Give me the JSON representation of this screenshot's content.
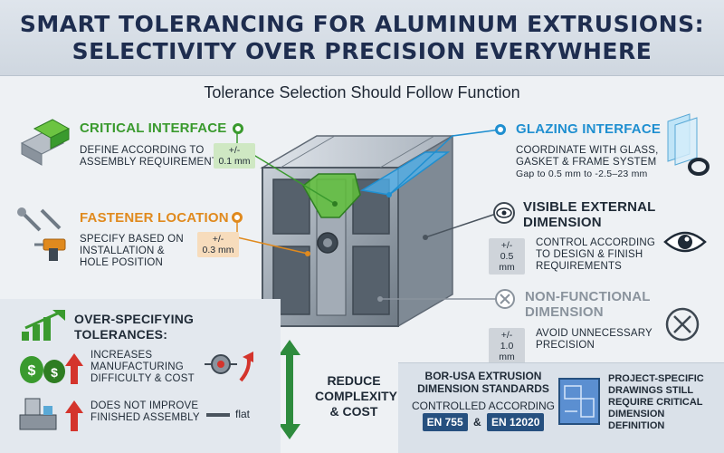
{
  "header": {
    "line1": "SMART TOLERANCING FOR ALUMINUM EXTRUSIONS:",
    "line2": "SELECTIVITY OVER PRECISION EVERYWHERE"
  },
  "subtitle": "Tolerance Selection Should Follow Function",
  "critical": {
    "title": "CRITICAL INTERFACE",
    "desc1": "DEFINE ACCORDING TO",
    "desc2": "ASSEMBLY REQUIREMENT",
    "tol1": "+/-",
    "tol2": "0.1 mm",
    "color": "#3a9a2e"
  },
  "fastener": {
    "title": "FASTENER LOCATION",
    "desc1": "SPECIFY BASED ON",
    "desc2": "INSTALLATION &",
    "desc3": "HOLE POSITION",
    "tol1": "+/-",
    "tol2": "0.3 mm",
    "color": "#e08a1e"
  },
  "glazing": {
    "title": "GLAZING INTERFACE",
    "desc1": "COORDINATE WITH GLASS,",
    "desc2": "GASKET & FRAME SYSTEM",
    "desc3": "Gap to 0.5 mm to -2.5–23 mm",
    "color": "#1f8fd0"
  },
  "visible": {
    "title1": "VISIBLE EXTERNAL",
    "title2": "DIMENSION",
    "desc1": "CONTROL ACCORDING",
    "desc2": "TO DESIGN & FINISH",
    "desc3": "REQUIREMENTS",
    "tol1": "+/-",
    "tol2": "0.5 mm"
  },
  "nonfunctional": {
    "title1": "NON-FUNCTIONAL",
    "title2": "DIMENSION",
    "desc1": "AVOID UNNECESSARY",
    "desc2": "PRECISION",
    "tol1": "+/-",
    "tol2": "1.0 mm",
    "color": "#8a939d"
  },
  "overspec": {
    "title1": "OVER-SPECIFYING",
    "title2": "TOLERANCES:",
    "item1_line1": "INCREASES",
    "item1_line2": "MANUFACTURING",
    "item1_line3": "DIFFICULTY & COST",
    "item2_line1": "DOES NOT IMPROVE",
    "item2_line2": "FINISHED ASSEMBLY",
    "flat_label": "flat"
  },
  "reduce": {
    "line1": "REDUCE",
    "line2": "COMPLEXITY",
    "line3": "& COST"
  },
  "standards": {
    "title1": "BOR-USA EXTRUSION",
    "title2": "DIMENSION STANDARDS",
    "controlled": "CONTROLLED ACCORDING",
    "std1": "EN 755",
    "amp": "&",
    "std2": "EN 12020"
  },
  "project": {
    "line1": "PROJECT-SPECIFIC",
    "line2": "DRAWINGS STILL",
    "line3": "REQUIRE CRITICAL",
    "line4": "DIMENSION",
    "line5": "DEFINITION"
  }
}
